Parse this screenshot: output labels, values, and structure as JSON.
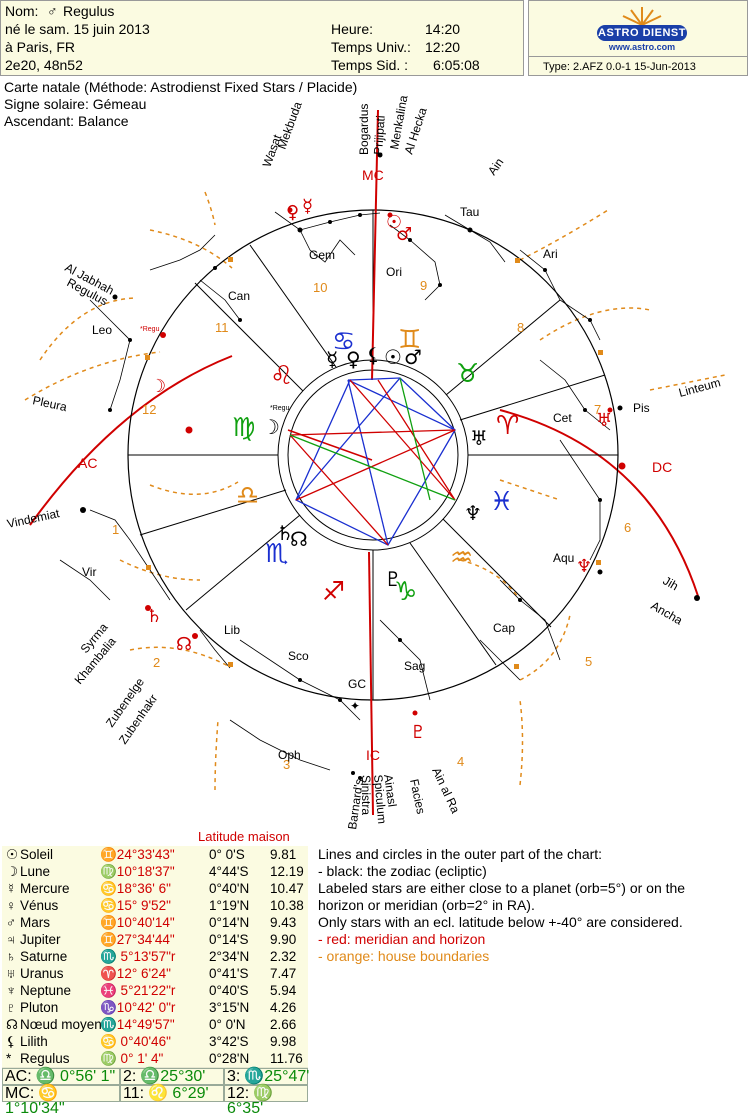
{
  "header": {
    "name_label": "Nom:",
    "name_symbol": "♂",
    "name_value": "Regulus",
    "birth_line": "né le sam. 15 juin 2013",
    "place_line": "à Paris, FR",
    "coords_line": "2e20, 48n52",
    "heure_label": "Heure:",
    "heure_value": "14:20",
    "tu_label": "Temps Univ.:",
    "tu_value": "12:20",
    "ts_label": "Temps Sid. :",
    "ts_value": "6:05:08",
    "logo_brand": "ASTRO DIENST",
    "logo_url": "www.astro.com",
    "type_line": "Type: 2.AFZ   0.0-1   15-Jun-2013"
  },
  "subheader": {
    "line1": "Carte natale  (Méthode: Astrodienst Fixed Stars / Placide)",
    "line2": "Signe solaire: Gémeau",
    "line3": "Ascendant: Balance"
  },
  "chart": {
    "angle_labels": {
      "mc": "MC",
      "ic": "IC",
      "ac": "AC",
      "dc": "DC"
    },
    "house_numbers": [
      "1",
      "2",
      "3",
      "4",
      "5",
      "6",
      "7",
      "8",
      "9",
      "10",
      "11",
      "12"
    ],
    "constellations": [
      "Gem",
      "Tau",
      "Ori",
      "Ari",
      "Cet",
      "Pis",
      "Aqu",
      "Cap",
      "Sag",
      "Sco",
      "Lib",
      "Vir",
      "Leo",
      "Can",
      "Oph",
      "GC"
    ],
    "outer_stars": [
      "Mekbuda",
      "Wasat",
      "Bogardus",
      "Prijipati",
      "Menkalina",
      "Al Hecka",
      "Ain",
      "Linteum",
      "Jih",
      "Ancha",
      "Ain al Ra",
      "Facies",
      "Ainasl",
      "Spiculum",
      "Sinistra",
      "Barnard's",
      "Zubenhakr",
      "Zubenelge",
      "Khambalia",
      "Syrma",
      "Vindemiat",
      "Pleura",
      "Regulus",
      "Al Jabhah"
    ],
    "small_labels": {
      "regulus_tag1": "*Regu",
      "regulus_tag2": "*Regu"
    }
  },
  "table": {
    "header": "Latitude maison",
    "rows": [
      {
        "sym": "☉",
        "name": "Soleil",
        "pos": "♊24°33'43\"",
        "lat": "0° 0'S",
        "house": "9.81"
      },
      {
        "sym": "☽",
        "name": "Lune",
        "pos": "♍10°18'37\"",
        "lat": "4°44'S",
        "house": "12.19"
      },
      {
        "sym": "☿",
        "name": "Mercure",
        "pos": "♋18°36' 6\"",
        "lat": "0°40'N",
        "house": "10.47"
      },
      {
        "sym": "♀",
        "name": "Vénus",
        "pos": "♋15° 9'52\"",
        "lat": "1°19'N",
        "house": "10.38"
      },
      {
        "sym": "♂",
        "name": "Mars",
        "pos": "♊10°40'14\"",
        "lat": "0°14'N",
        "house": "9.43"
      },
      {
        "sym": "♃",
        "name": "Jupiter",
        "pos": "♊27°34'44\"",
        "lat": "0°14'S",
        "house": "9.90"
      },
      {
        "sym": "♄",
        "name": "Saturne",
        "pos": "♏ 5°13'57\"r",
        "lat": "2°34'N",
        "house": "2.32"
      },
      {
        "sym": "♅",
        "name": "Uranus",
        "pos": "♈12° 6'24\"",
        "lat": "0°41'S",
        "house": "7.47"
      },
      {
        "sym": "♆",
        "name": "Neptune",
        "pos": "♓ 5°21'22\"r",
        "lat": "0°40'S",
        "house": "5.94"
      },
      {
        "sym": "♇",
        "name": "Pluton",
        "pos": "♑10°42' 0\"r",
        "lat": "3°15'N",
        "house": "4.26"
      },
      {
        "sym": "☊",
        "name": "Nœud moyen",
        "pos": "♏14°49'57\"",
        "lat": "0° 0'N",
        "house": "2.66"
      },
      {
        "sym": "⚸",
        "name": "Lilith",
        "pos": "♋ 0°40'46\"",
        "lat": "3°42'S",
        "house": "9.98"
      },
      {
        "sym": "*",
        "name": "Regulus",
        "pos": "♍ 0° 1' 4\"",
        "lat": "0°28'N",
        "house": "11.76"
      }
    ],
    "houses": [
      [
        {
          "k": "AC:",
          "v": "♎ 0°56' 1\""
        },
        {
          "k": "2:",
          "v": "♎25°30'"
        },
        {
          "k": "3:",
          "v": "♏25°47'"
        }
      ],
      [
        {
          "k": "MC:",
          "v": "♋ 1°10'34\""
        },
        {
          "k": "11:",
          "v": "♌ 6°29'"
        },
        {
          "k": "12:",
          "v": "♍ 6°35'"
        }
      ]
    ]
  },
  "notes": {
    "l1": "Lines and circles in the outer part of the chart:",
    "l2": "- black: the zodiac (ecliptic)",
    "l3": "Labeled stars are either close to a planet (orb=5°) or on the",
    "l4": "horizon or meridian (orb=2° in RA).",
    "l5": "Only stars with an ecl. latitude below +-40° are considered.",
    "l6": "- red: meridian and horizon",
    "l7": "- orange: house boundaries"
  },
  "colors": {
    "red": "#d00000",
    "orange": "#e08a1a",
    "header_bg": "#fbfbe1",
    "logo_blue": "#1a3fa8",
    "aspect_blue": "#1a2fd0",
    "aspect_green": "#10a010"
  }
}
